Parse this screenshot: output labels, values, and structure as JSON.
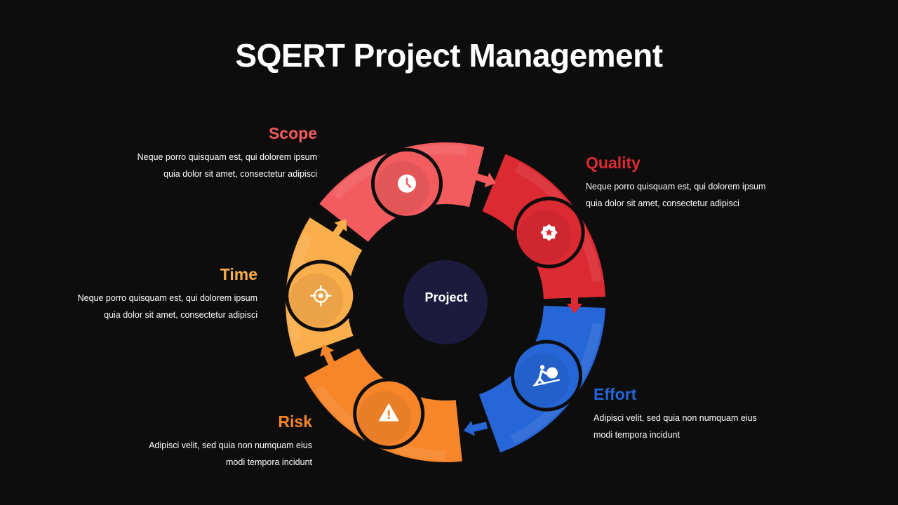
{
  "title": "SQERT Project Management",
  "center": {
    "label": "Project",
    "color": "#1c1b3e"
  },
  "segments": [
    {
      "key": "scope",
      "title": "Scope",
      "color": "#f25c5e",
      "text_line1": "Neque porro quisquam est, qui dolorem ipsum",
      "text_line2": "quia dolor sit amet, consectetur adipisci",
      "icon": "clock-icon"
    },
    {
      "key": "quality",
      "title": "Quality",
      "color": "#dc2a32",
      "text_line1": "Neque porro quisquam est, qui dolorem ipsum",
      "text_line2": "quia dolor sit amet, consectetur adipisci",
      "icon": "badge-star-icon"
    },
    {
      "key": "effort",
      "title": "Effort",
      "color": "#2666d6",
      "text_line1": "Adipisci velit, sed quia non numquam eius",
      "text_line2": "modi tempora incidunt",
      "icon": "pushing-boulder-icon"
    },
    {
      "key": "risk",
      "title": "Risk",
      "color": "#f7862a",
      "text_line1": "Adipisci velit, sed quia non numquam eius",
      "text_line2": "modi tempora incidunt",
      "icon": "warning-icon"
    },
    {
      "key": "time",
      "title": "Time",
      "color": "#fbae4c",
      "text_line1": "Neque porro quisquam est, qui dolorem ipsum",
      "text_line2": "quia dolor sit amet, consectetur adipisci",
      "icon": "target-icon"
    }
  ]
}
